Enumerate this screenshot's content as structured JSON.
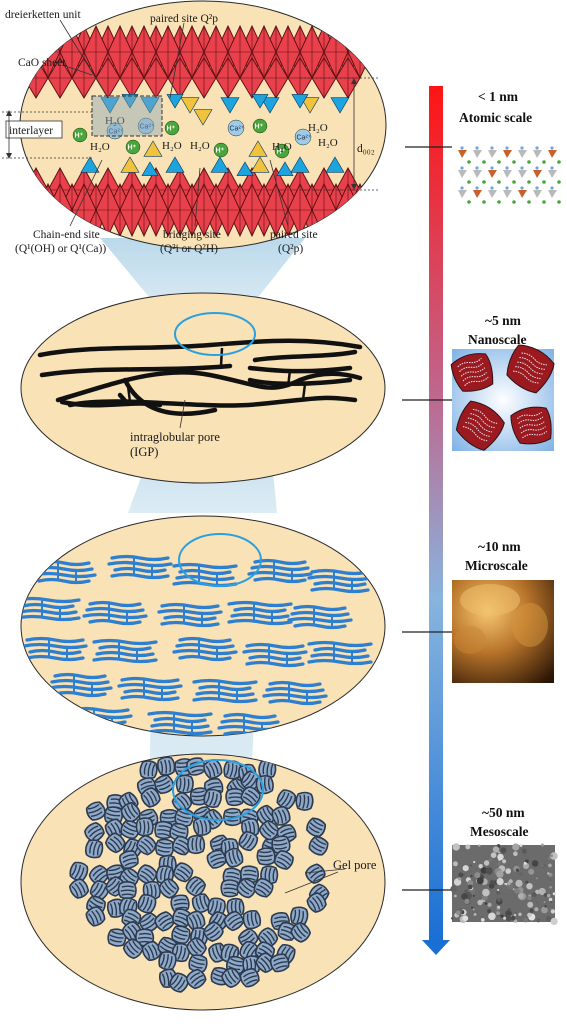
{
  "colors": {
    "ellipse_fill": "#f8e2b6",
    "octahedron": "#e8414b",
    "tetra_blue": "#1da3dd",
    "tetra_yellow": "#f1c33d",
    "hydrogen": "#4aa63a",
    "calcium": "#9fcbe8",
    "chain_blue": "#2f7fd0",
    "gel_dark": "#2c3a4f",
    "funnel": "#a9cde3",
    "arrow_top": "#ff1a1a",
    "arrow_bottom": "#1b74d6"
  },
  "atomic": {
    "dreierketten": "dreierketten unit",
    "paired_top": "paired site Q²p",
    "cao_sheet": "CaO sheet",
    "interlayer": "interlayer",
    "d002": "d₀₀₂",
    "water": "H₂O",
    "h_ion": "H⁺",
    "ca_ion": "Ca²⁺",
    "chain_end_1": "Chain-end site",
    "chain_end_2": "(Q¹(OH) or Q¹(Ca))",
    "bridging_1": "bridging site",
    "bridging_2": "(Q²i or Q²H)",
    "paired_bottom_1": "paired site",
    "paired_bottom_2": "(Q²p)"
  },
  "nano": {
    "igp_1": "intraglobular pore",
    "igp_2": "(IGP)"
  },
  "meso": {
    "gel_pore": "Gel pore"
  },
  "scales": [
    {
      "size": "< 1 nm",
      "name": "Atomic scale"
    },
    {
      "size": "~5 nm",
      "name": "Nanoscale"
    },
    {
      "size": "~10 nm",
      "name": "Microscale"
    },
    {
      "size": "~50 nm",
      "name": "Mesoscale"
    }
  ]
}
